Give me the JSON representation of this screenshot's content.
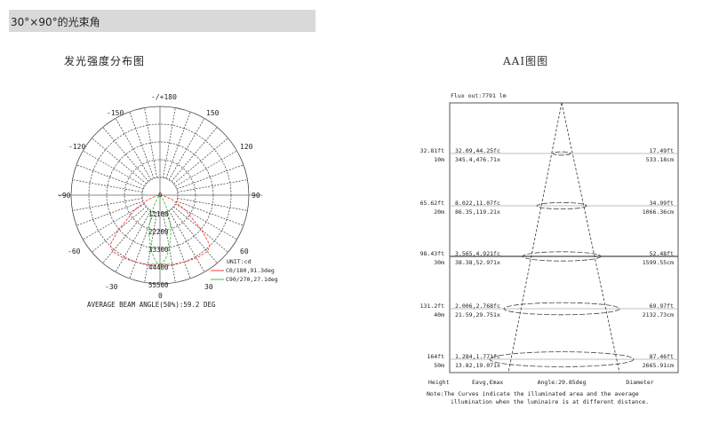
{
  "header": {
    "title": "30°×90°的光束角"
  },
  "left_panel": {
    "title": "发光强度分布图"
  },
  "right_panel": {
    "title": "AAI图图"
  },
  "chart_data": [
    {
      "type": "polar",
      "title": "发光强度分布图",
      "angle_labels": [
        "-/+180",
        "-150",
        "150",
        "-120",
        "120",
        "-90",
        "90",
        "-60",
        "60",
        "-30",
        "30",
        "0"
      ],
      "radial_ticks": [
        11100,
        22200,
        33300,
        44400,
        55500
      ],
      "center_label": "0",
      "unit": "UNIT:cd",
      "legend": [
        {
          "name": "C0/180,91.3deg",
          "color": "#ff3b3b"
        },
        {
          "name": "C90/270,27.1deg",
          "color": "#33cc33"
        }
      ],
      "series": [
        {
          "name": "C0/180",
          "beam_angle_deg": 91.3,
          "angles": [
            0,
            10,
            20,
            30,
            40,
            45,
            50,
            60,
            70,
            80,
            90
          ],
          "values": [
            43000,
            44000,
            44500,
            45500,
            46000,
            44000,
            34000,
            18000,
            8000,
            2000,
            0
          ]
        },
        {
          "name": "C90/270",
          "beam_angle_deg": 27.1,
          "angles": [
            0,
            5,
            10,
            15,
            20,
            25,
            30,
            40,
            60,
            90
          ],
          "values": [
            44400,
            40000,
            34000,
            26000,
            19000,
            12000,
            7000,
            2500,
            500,
            0
          ]
        }
      ],
      "footer": "AVERAGE BEAM ANGLE(50%):59.2 DEG"
    },
    {
      "type": "table",
      "title": "AAI图图",
      "flux": "Flux out:7791 lm",
      "columns": [
        "Height",
        "Eavg,Emax",
        "Angle:29.85deg",
        "Diameter"
      ],
      "rows": [
        {
          "height_ft": "32.81ft",
          "height_m": "10m",
          "fc": "32.09,44.25fc",
          "lx": "345.4,476.71x",
          "dia_ft": "17.49ft",
          "dia_cm": "533.18cm"
        },
        {
          "height_ft": "65.62ft",
          "height_m": "20m",
          "fc": "8.022,11.07fc",
          "lx": "86.35,119.21x",
          "dia_ft": "34.99ft",
          "dia_cm": "1066.36cm"
        },
        {
          "height_ft": "98.43ft",
          "height_m": "30m",
          "fc": "3.565,4.921fc",
          "lx": "38.38,52.971x",
          "dia_ft": "52.48ft",
          "dia_cm": "1599.55cm"
        },
        {
          "height_ft": "131.2ft",
          "height_m": "40m",
          "fc": "2.006,2.768fc",
          "lx": "21.59,29.751x",
          "dia_ft": "69.97ft",
          "dia_cm": "2132.73cm"
        },
        {
          "height_ft": "164ft",
          "height_m": "50m",
          "fc": "1.284,1.771fc",
          "lx": "13.82,19.071x",
          "dia_ft": "87.46ft",
          "dia_cm": "2665.91cm"
        }
      ],
      "note_line1": "Note:The Curves indicate the illuminated area and the average",
      "note_line2": "illumination when the luminaire is at different distance."
    }
  ]
}
